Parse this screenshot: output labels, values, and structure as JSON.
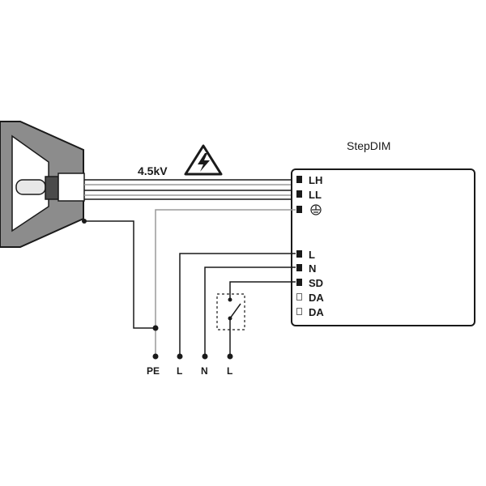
{
  "device": {
    "name": "StepDIM"
  },
  "voltage_label": "4.5kV",
  "terminals": [
    {
      "label": "LH",
      "style": "filled"
    },
    {
      "label": "LL",
      "style": "filled"
    },
    {
      "label": "",
      "icon": "earth-ground-icon",
      "style": "filled"
    },
    {
      "label": "L",
      "style": "filled"
    },
    {
      "label": "N",
      "style": "filled"
    },
    {
      "label": "SD",
      "style": "filled"
    },
    {
      "label": "DA",
      "style": "open"
    },
    {
      "label": "DA",
      "style": "open"
    }
  ],
  "supply_terminals": [
    "PE",
    "L",
    "N",
    "L"
  ],
  "icons": [
    "high-voltage-warning-icon",
    "lamp-icon",
    "switch-icon",
    "earth-ground-icon"
  ],
  "colors": {
    "line": "#1a1a1a",
    "wire": "#9a9a9a",
    "lamp_body": "#8c8c8c"
  }
}
